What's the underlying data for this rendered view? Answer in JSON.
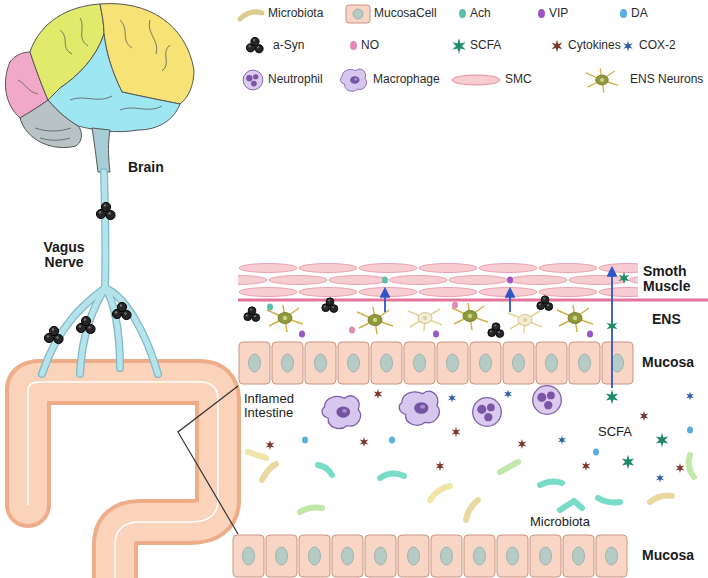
{
  "diagram": {
    "labels": [
      "Brain",
      "Vagus Nerve",
      "Smoth Muscle",
      "ENS",
      "Mucosa",
      "Inflamed Intestine",
      "SCFA",
      "Microbiota",
      "Mucosa"
    ],
    "legend": [
      {
        "text": "Microbiota"
      },
      {
        "text": "MucosaCell"
      },
      {
        "text": "Ach",
        "color": "#5bbfae"
      },
      {
        "text": "VIP",
        "color": "#9b55c9"
      },
      {
        "text": "DA",
        "color": "#5aaee0"
      },
      {
        "text": "a-Syn"
      },
      {
        "text": "NO",
        "color": "#e38ab6"
      },
      {
        "text": "SCFA"
      },
      {
        "text": "Cytokines"
      },
      {
        "text": "COX-2"
      },
      {
        "text": "Neutrophil"
      },
      {
        "text": "Macrophage"
      },
      {
        "text": "SMC"
      },
      {
        "text": "ENS Neurons"
      }
    ]
  }
}
